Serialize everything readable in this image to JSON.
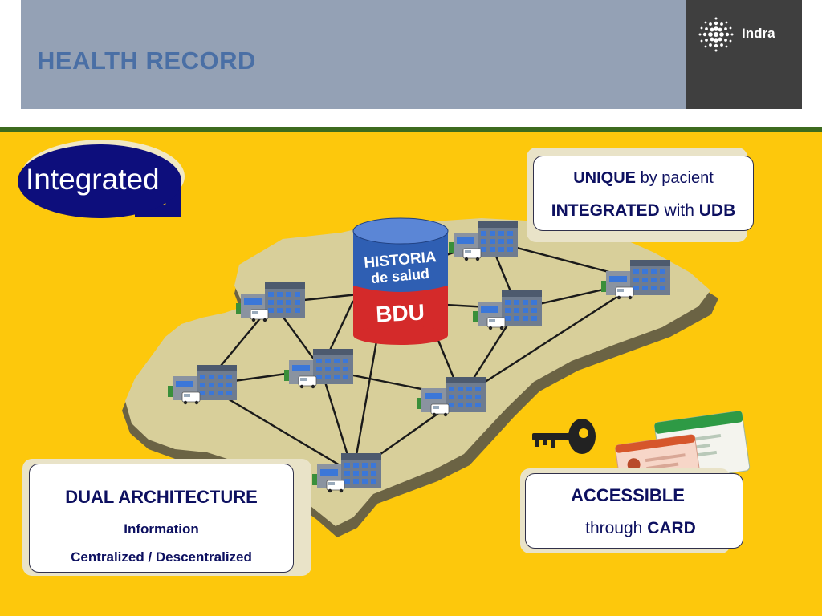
{
  "header": {
    "title": "HEALTH RECORD",
    "logo_text": "Indra"
  },
  "badge": {
    "label": "Integrated"
  },
  "database": {
    "top_line1": "HISTORIA",
    "top_line2": "de salud",
    "bottom_label": "BDU"
  },
  "callouts": {
    "unique": {
      "bold1": "UNIQUE",
      "rest1": " by pacient",
      "bold2a": "INTEGRATED",
      "rest2": " with ",
      "bold2b": "UDB"
    },
    "dual": {
      "title": "DUAL ARCHITECTURE",
      "line2": "Information",
      "line3": "Centralized / Descentralized"
    },
    "accessible": {
      "title": "ACCESSIBLE",
      "rest2": "through ",
      "bold2": "CARD"
    }
  },
  "colors": {
    "header_bg": "#94a1b5",
    "title": "#4a6fa5",
    "background": "#fdc80c",
    "badge": "#0d0e7c",
    "db_blue": "#2f5fb3",
    "db_red": "#d42a2a",
    "map": "#d8cf9a"
  }
}
